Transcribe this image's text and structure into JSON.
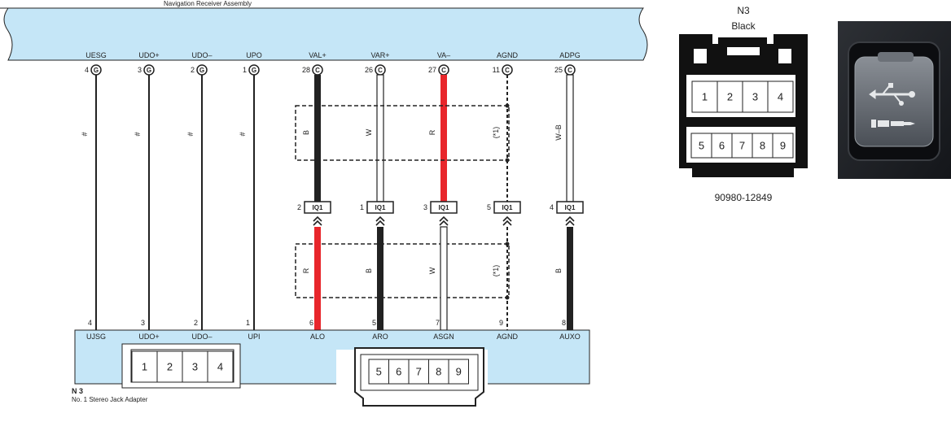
{
  "receiver": {
    "title": "Navigation Receiver Assembly",
    "pins": [
      {
        "name": "UESG",
        "number": "4",
        "type": "G"
      },
      {
        "name": "UDO+",
        "number": "3",
        "type": "G"
      },
      {
        "name": "UDO–",
        "number": "2",
        "type": "G"
      },
      {
        "name": "UPO",
        "number": "1",
        "type": "G"
      },
      {
        "name": "VAL+",
        "number": "28",
        "type": "C"
      },
      {
        "name": "VAR+",
        "number": "26",
        "type": "C"
      },
      {
        "name": "VA–",
        "number": "27",
        "type": "C"
      },
      {
        "name": "AGND",
        "number": "11",
        "type": "C"
      },
      {
        "name": "ADPG",
        "number": "25",
        "type": "C"
      }
    ]
  },
  "upper_wire_labels": [
    "#",
    "#",
    "#",
    "#",
    "B",
    "W",
    "R",
    "(*1)",
    "W–B"
  ],
  "junction": {
    "name": "IQ1",
    "pins": [
      {
        "number": "2"
      },
      {
        "number": "1"
      },
      {
        "number": "3"
      },
      {
        "number": "5"
      },
      {
        "number": "4"
      }
    ]
  },
  "lower_wire_labels": [
    "R",
    "B",
    "W",
    "(*1)",
    "B"
  ],
  "adapter": {
    "code": "N 3",
    "name": "No. 1 Stereo Jack Adapter",
    "pins": [
      {
        "name": "UJSG",
        "number": "4"
      },
      {
        "name": "UDO+",
        "number": "3"
      },
      {
        "name": "UDO–",
        "number": "2"
      },
      {
        "name": "UPI",
        "number": "1"
      },
      {
        "name": "ALO",
        "number": "6"
      },
      {
        "name": "ARO",
        "number": "5"
      },
      {
        "name": "ASGN",
        "number": "7"
      },
      {
        "name": "AGND",
        "number": "9"
      },
      {
        "name": "AUXO",
        "number": "8"
      }
    ]
  },
  "small_connector_left": {
    "cells": [
      "1",
      "2",
      "3",
      "4"
    ]
  },
  "small_connector_right": {
    "cells": [
      "5",
      "6",
      "7",
      "8",
      "9"
    ]
  },
  "connector_view": {
    "code": "N3",
    "color_label": "Black",
    "top_cells": [
      "1",
      "2",
      "3",
      "4"
    ],
    "bottom_cells": [
      "5",
      "6",
      "7",
      "8",
      "9"
    ],
    "part_number": "90980-12849"
  },
  "colors": {
    "bus_fill": "#c5e6f7",
    "wire_black": "#222222",
    "wire_red": "#e8262b",
    "wire_white": "#ffffff"
  }
}
